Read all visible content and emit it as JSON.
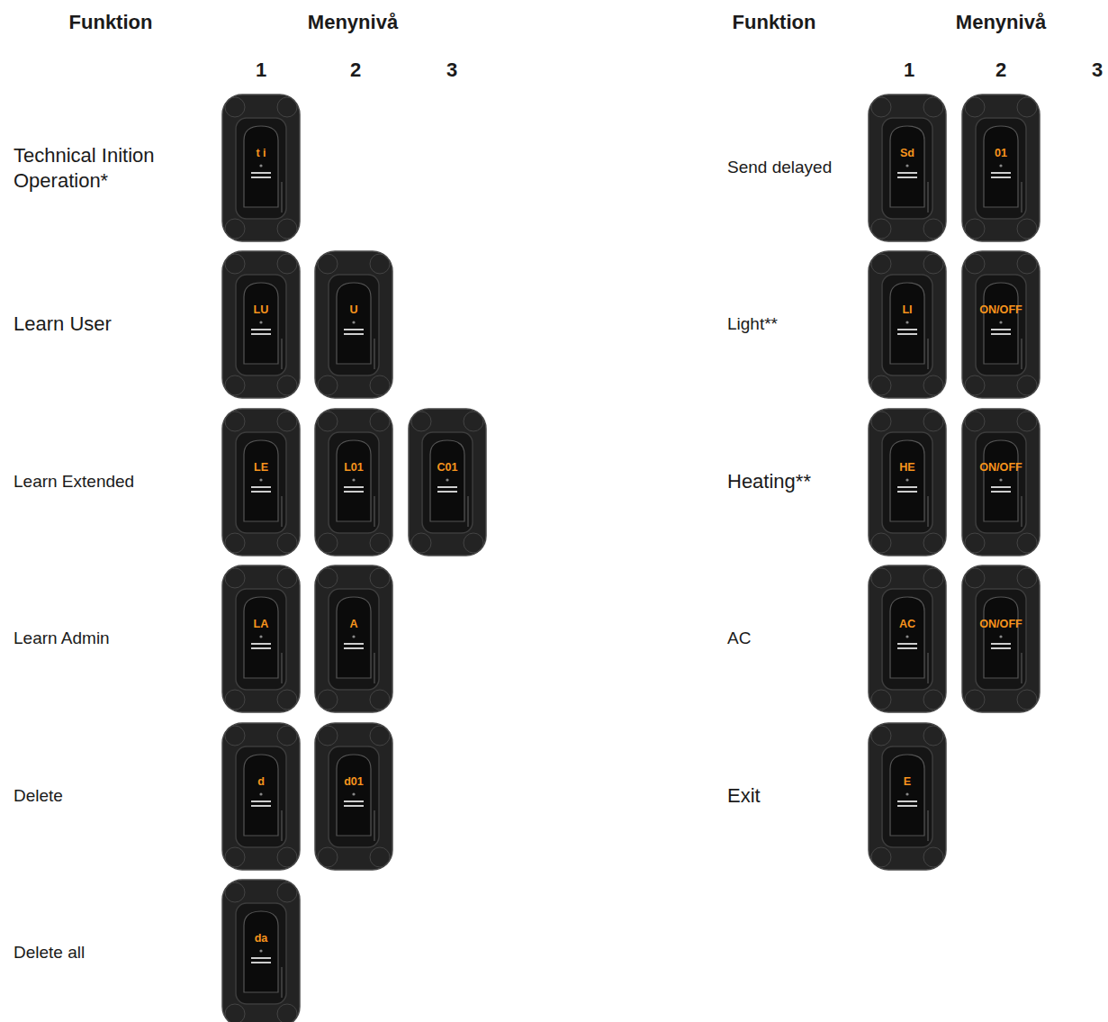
{
  "diagram": {
    "nodes": [
      {
        "text": [
          "t i"
        ]
      },
      {
        "text": [
          "LU"
        ]
      },
      {
        "text": [
          "U"
        ]
      },
      {
        "text": [
          "LE"
        ]
      },
      {
        "text": [
          "L01"
        ]
      },
      {
        "text": [
          "C01"
        ]
      },
      {
        "text": [
          "LA"
        ]
      },
      {
        "text": [
          "A"
        ]
      },
      {
        "text": [
          "d"
        ]
      },
      {
        "text": [
          "d01"
        ]
      },
      {
        "text": [
          "da"
        ]
      },
      {
        "text": [
          "Sd"
        ]
      },
      {
        "text": [
          "01"
        ]
      },
      {
        "text": [
          "LI"
        ]
      },
      {
        "text": [
          "ON/OFF"
        ]
      },
      {
        "text": [
          "HE"
        ]
      },
      {
        "text": [
          "ON/OFF"
        ]
      },
      {
        "text": [
          "AC"
        ]
      },
      {
        "text": [
          "ON/OFF"
        ]
      },
      {
        "text": [
          "E"
        ]
      }
    ],
    "labels": [
      "Funktion",
      "Menynivå",
      "1",
      "2",
      "3",
      "Technical Inition Operation*",
      "Learn User",
      "Learn Extended",
      "Learn Admin",
      "Delete",
      "Delete all",
      "Funktion",
      "Menynivå",
      "1",
      "2",
      "3",
      "Send delayed",
      "Light**",
      "Heating**",
      "AC",
      "Exit"
    ]
  }
}
